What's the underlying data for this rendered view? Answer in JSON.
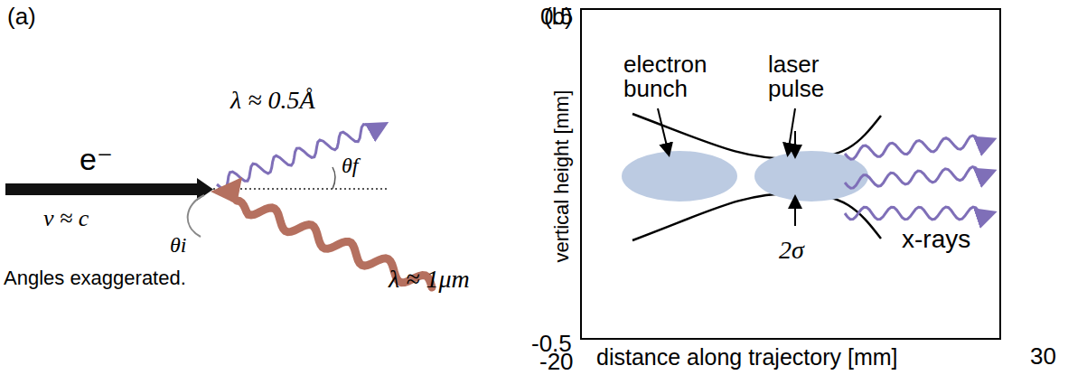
{
  "diagram": {
    "labels": [
      "(a)",
      "λ ≈ 0.5Å",
      "e⁻",
      "θf",
      "v ≈ c",
      "θi",
      "Angles exaggerated.",
      "λ ≈ 1μm",
      "(b)",
      "0.5",
      "vertical height [mm]",
      "electron bunch",
      "laser pulse",
      "2σ",
      "x-rays",
      "-0.5",
      "-20",
      "distance along trajectory [mm]",
      "30"
    ]
  }
}
